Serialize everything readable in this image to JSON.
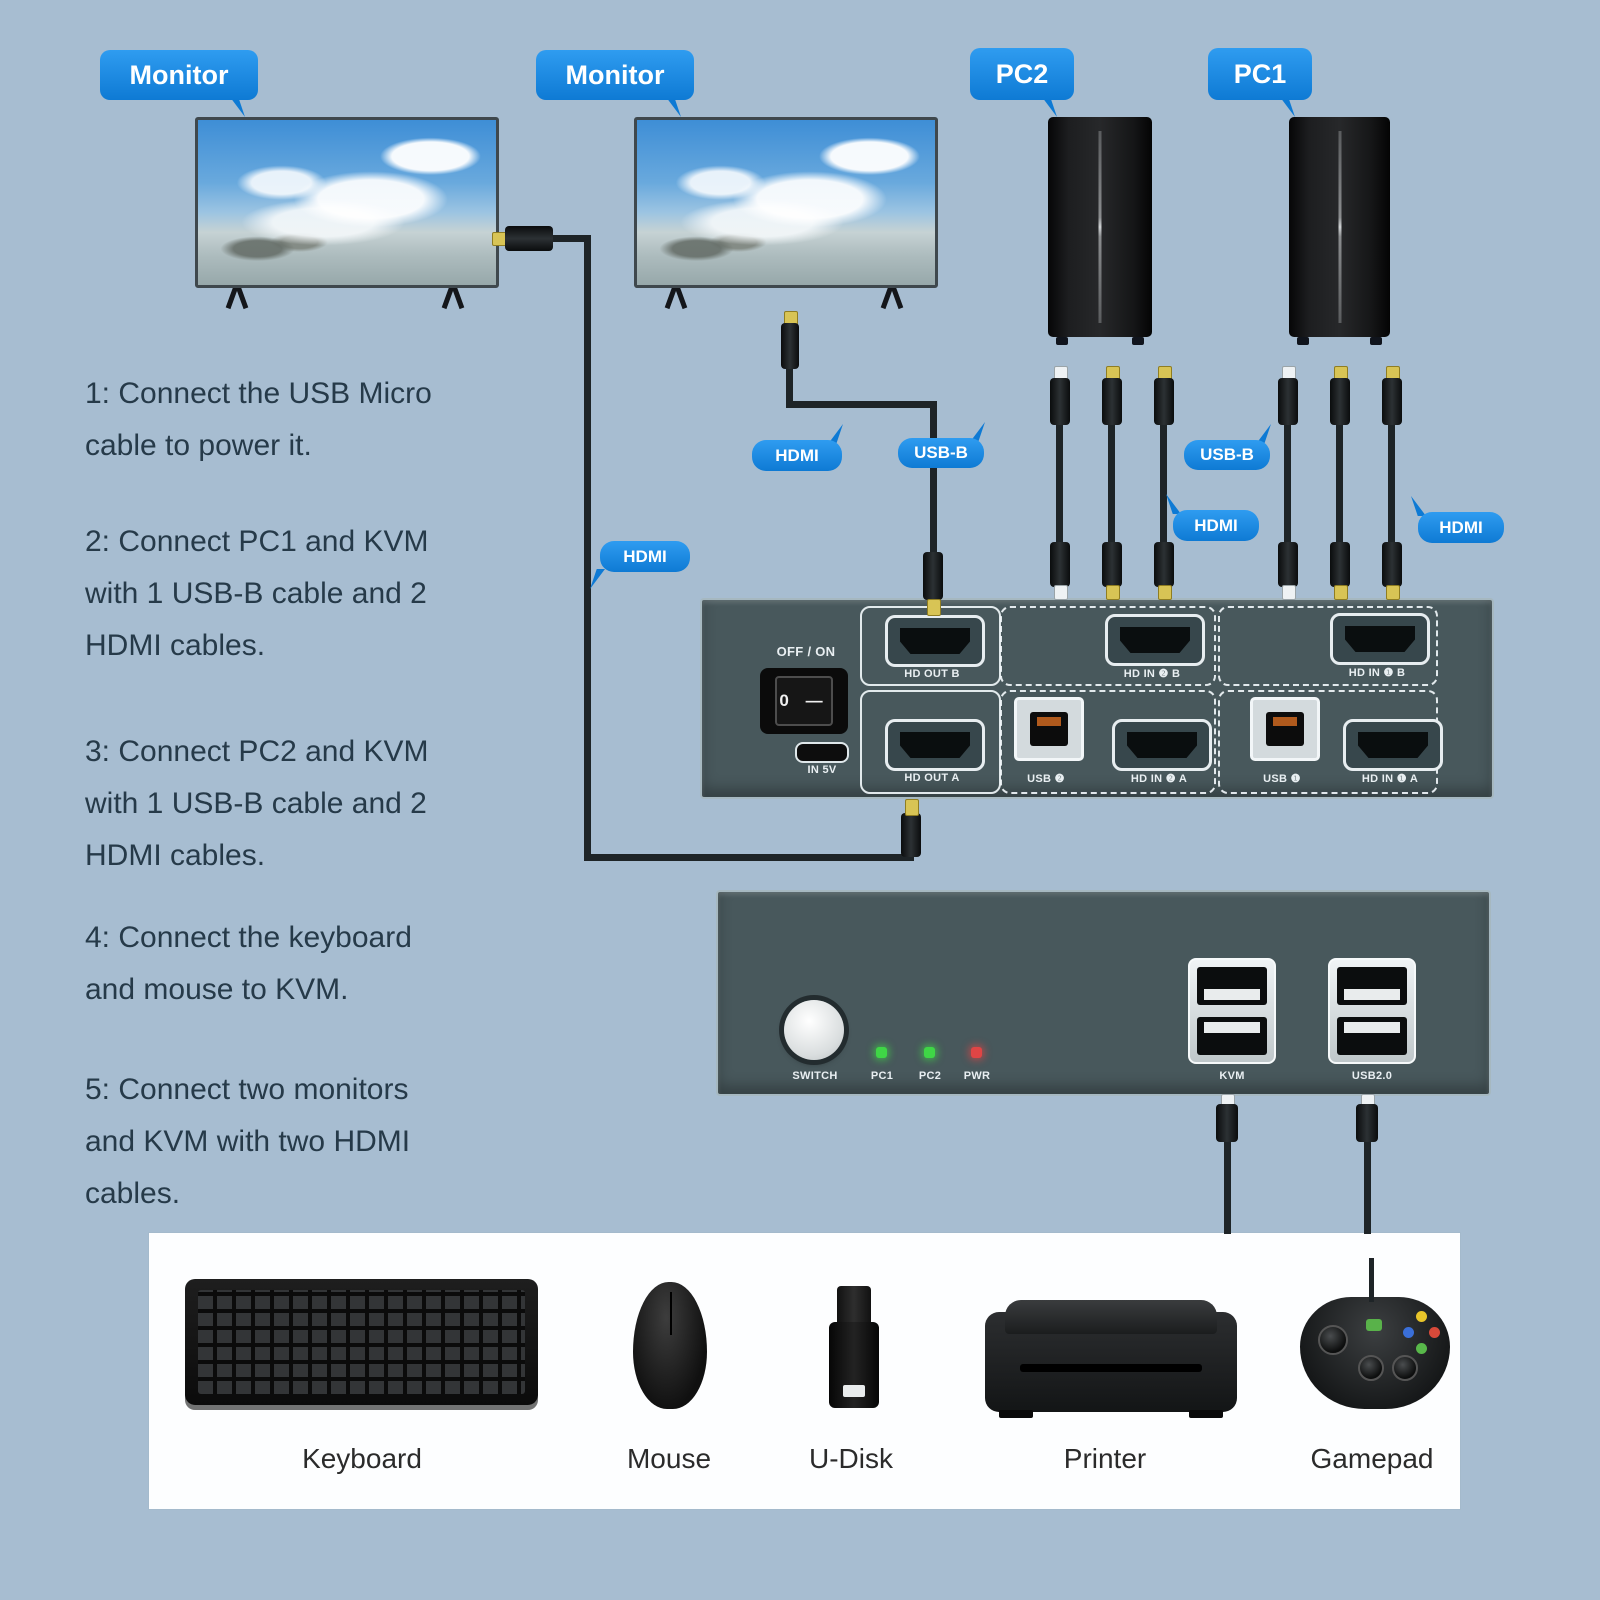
{
  "labels": {
    "monitor": "Monitor",
    "pc2": "PC2",
    "pc1": "PC1",
    "hdmi": "HDMI",
    "usb_b": "USB-B"
  },
  "instructions": [
    {
      "lines": [
        "1: Connect the USB Micro",
        "cable to power it."
      ]
    },
    {
      "lines": [
        "2: Connect PC1 and KVM",
        "with 1 USB-B cable and 2",
        "HDMI cables."
      ]
    },
    {
      "lines": [
        "3: Connect PC2 and KVM",
        "with 1 USB-B cable and 2",
        "HDMI cables."
      ]
    },
    {
      "lines": [
        "4: Connect the keyboard",
        "and mouse to KVM."
      ]
    },
    {
      "lines": [
        "5: Connect two monitors",
        "and KVM with two HDMI",
        "cables."
      ]
    }
  ],
  "back_panel": {
    "power_label": "OFF / ON",
    "rocker": "0 —",
    "power_in_label": "IN 5V",
    "hd_out_b": "HD OUT B",
    "hd_in_2b": "HD IN ❷ B",
    "hd_in_1b": "HD IN ❶ B",
    "hd_out_a": "HD OUT A",
    "usb_2": "USB ❷",
    "hd_in_2a": "HD IN ❷ A",
    "usb_1": "USB ❶",
    "hd_in_1a": "HD IN ❶ A"
  },
  "front_panel": {
    "switch_label": "SWITCH",
    "leds": [
      {
        "label": "PC1",
        "color": "#3fd646"
      },
      {
        "label": "PC2",
        "color": "#3fd646"
      },
      {
        "label": "PWR",
        "color": "#e04545"
      }
    ],
    "kvm_label": "KVM",
    "usb20_label": "USB2.0"
  },
  "peripherals": {
    "keyboard": "Keyboard",
    "mouse": "Mouse",
    "udisk": "U-Disk",
    "printer": "Printer",
    "gamepad": "Gamepad"
  },
  "colors": {
    "background": "#a7bdd1",
    "panel": "#48585c",
    "callout_blue": "#1787e2",
    "instruction_text": "#263a49",
    "hdmi_tip": "#d8c455",
    "usb_tip": "#eef2f4"
  }
}
